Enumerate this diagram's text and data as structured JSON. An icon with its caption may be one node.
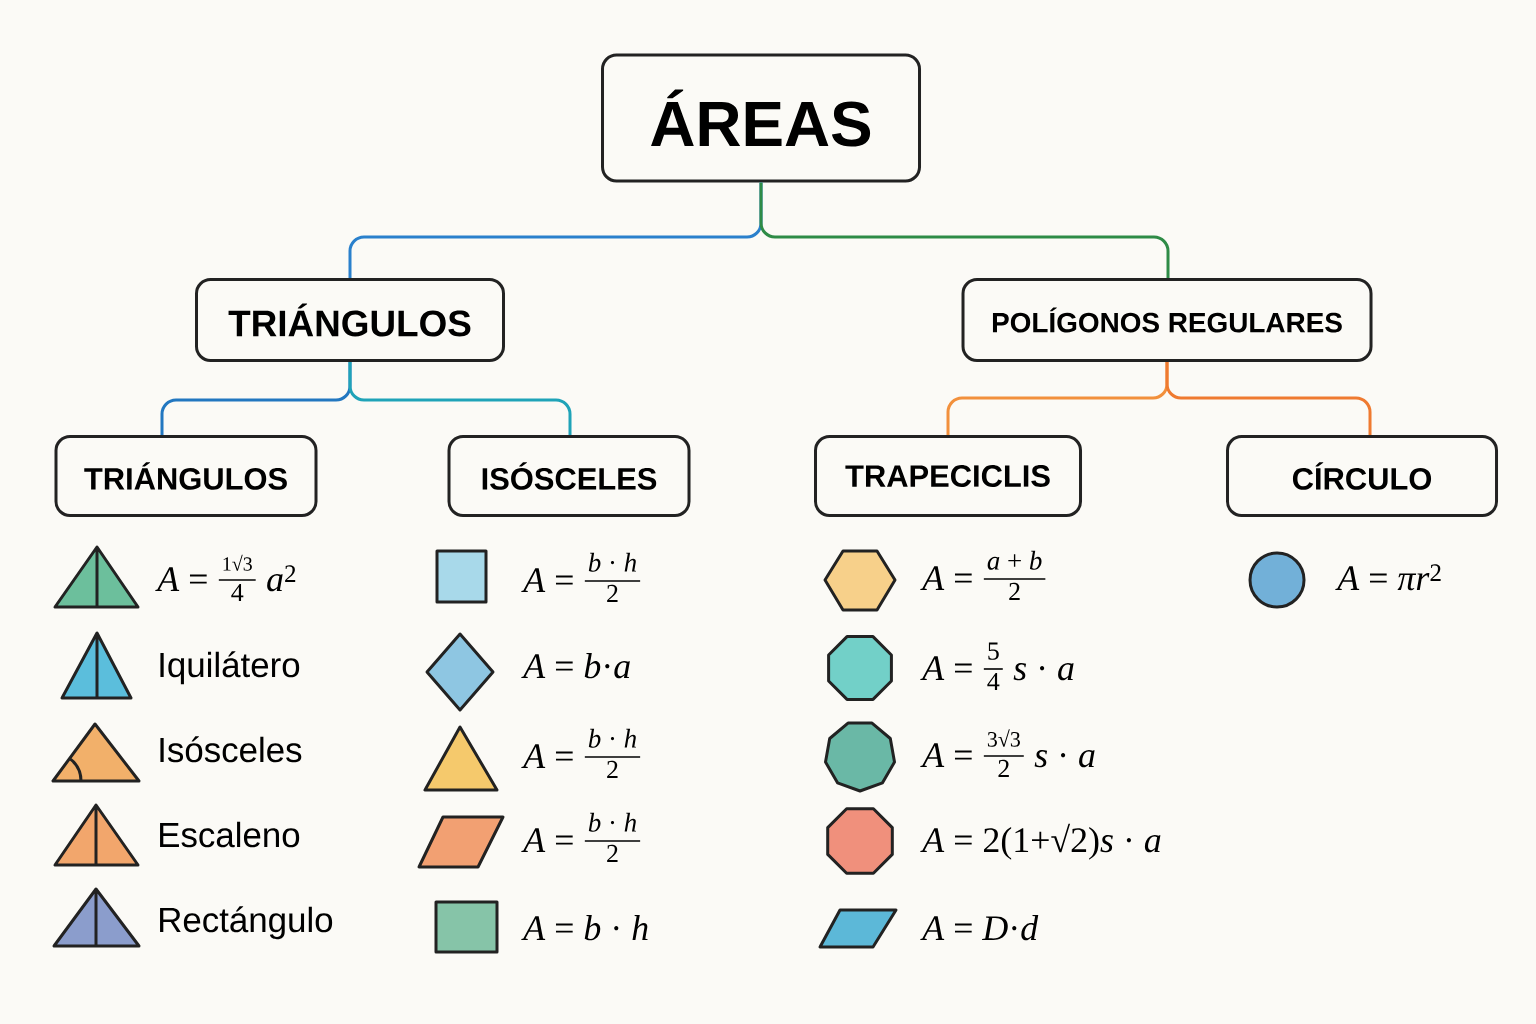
{
  "diagram": {
    "nodes": [
      {
        "text": [
          "ÁREAS"
        ]
      },
      {
        "text": [
          "TRIÁNGULOS"
        ]
      },
      {
        "text": [
          "POLÍGONOS REGULARES"
        ]
      },
      {
        "text": [
          "TRIÁNGULOS"
        ]
      },
      {
        "text": [
          "ISÓSCELES"
        ]
      },
      {
        "text": [
          "TRAPECICLIS"
        ]
      },
      {
        "text": [
          "CÍRCULO"
        ]
      }
    ],
    "edges": [
      {
        "from": 0,
        "to": 1,
        "arrow": "none",
        "color": "#2a80cc"
      },
      {
        "from": 0,
        "to": 2,
        "arrow": "none",
        "color": "#2e8b46"
      },
      {
        "from": 1,
        "to": 3,
        "arrow": "none",
        "color": "#2277c0"
      },
      {
        "from": 1,
        "to": 4,
        "arrow": "none",
        "color": "#1fa3b8"
      },
      {
        "from": 2,
        "to": 5,
        "arrow": "none",
        "color": "#f2903c"
      },
      {
        "from": 2,
        "to": 6,
        "arrow": "none",
        "color": "#ef7a30"
      }
    ],
    "labels": [
      "*A* =",
      "1√3",
      "4",
      "*a*$^{2}$",
      "Iquilátero",
      "Isósceles",
      "Escaleno",
      "Rectángulo",
      "*A* =",
      "*b* · *h*",
      "2",
      "*A* = *b*·*a*",
      "*A* =",
      "*b* · *h*",
      "2",
      "*A* =",
      "*b* · *h*",
      "2",
      "*A* = *b* · *h*",
      "*A* =",
      "*a* + *b*",
      "2",
      "*A* =",
      "5",
      "4",
      "*s* · *a*",
      "*A* =",
      "3√3",
      "2",
      "*s* · *a*",
      "*A* = 2(1+√2)*s* · *a*",
      "*A* = *D*·*d*",
      "*A* = *πr*$^{2}$"
    ]
  }
}
